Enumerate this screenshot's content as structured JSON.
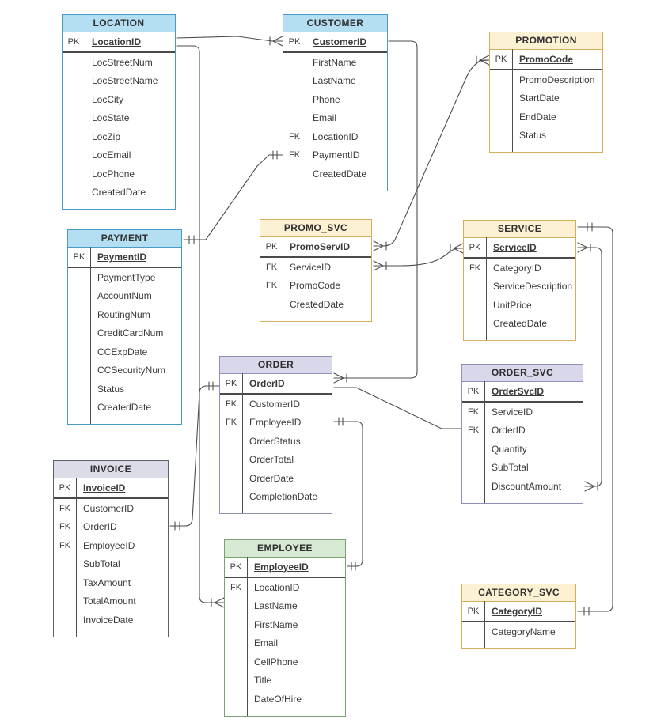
{
  "entities": [
    {
      "name": "LOCATION",
      "theme": "blue",
      "rows": [
        {
          "key": "PK",
          "name": "LocationID",
          "pk": true
        },
        {
          "key": "",
          "name": "LocStreetNum"
        },
        {
          "key": "",
          "name": "LocStreetName"
        },
        {
          "key": "",
          "name": "LocCity"
        },
        {
          "key": "",
          "name": "LocState"
        },
        {
          "key": "",
          "name": "LocZip"
        },
        {
          "key": "",
          "name": "LocEmail"
        },
        {
          "key": "",
          "name": "LocPhone"
        },
        {
          "key": "",
          "name": "CreatedDate"
        }
      ]
    },
    {
      "name": "CUSTOMER",
      "theme": "blue",
      "rows": [
        {
          "key": "PK",
          "name": "CustomerID",
          "pk": true
        },
        {
          "key": "",
          "name": "FirstName"
        },
        {
          "key": "",
          "name": "LastName"
        },
        {
          "key": "",
          "name": "Phone"
        },
        {
          "key": "",
          "name": "Email"
        },
        {
          "key": "FK",
          "name": "LocationID"
        },
        {
          "key": "FK",
          "name": "PaymentID"
        },
        {
          "key": "",
          "name": "CreatedDate"
        }
      ]
    },
    {
      "name": "PROMOTION",
      "theme": "yellow",
      "rows": [
        {
          "key": "PK",
          "name": "PromoCode",
          "pk": true
        },
        {
          "key": "",
          "name": "PromoDescription"
        },
        {
          "key": "",
          "name": "StartDate"
        },
        {
          "key": "",
          "name": "EndDate"
        },
        {
          "key": "",
          "name": "Status"
        }
      ]
    },
    {
      "name": "PAYMENT",
      "theme": "blue",
      "rows": [
        {
          "key": "PK",
          "name": "PaymentID",
          "pk": true
        },
        {
          "key": "",
          "name": "PaymentType"
        },
        {
          "key": "",
          "name": "AccountNum"
        },
        {
          "key": "",
          "name": "RoutingNum"
        },
        {
          "key": "",
          "name": "CreditCardNum"
        },
        {
          "key": "",
          "name": "CCExpDate"
        },
        {
          "key": "",
          "name": "CCSecurityNum"
        },
        {
          "key": "",
          "name": "Status"
        },
        {
          "key": "",
          "name": "CreatedDate"
        }
      ]
    },
    {
      "name": "PROMO_SVC",
      "theme": "yellow",
      "rows": [
        {
          "key": "PK",
          "name": "PromoServID",
          "pk": true
        },
        {
          "key": "FK",
          "name": "ServiceID"
        },
        {
          "key": "FK",
          "name": "PromoCode"
        },
        {
          "key": "",
          "name": "CreatedDate"
        }
      ]
    },
    {
      "name": "SERVICE",
      "theme": "yellow",
      "rows": [
        {
          "key": "PK",
          "name": "ServiceID",
          "pk": true
        },
        {
          "key": "FK",
          "name": "CategoryID"
        },
        {
          "key": "",
          "name": "ServiceDescription"
        },
        {
          "key": "",
          "name": "UnitPrice"
        },
        {
          "key": "",
          "name": "CreatedDate"
        }
      ]
    },
    {
      "name": "ORDER",
      "theme": "purple",
      "rows": [
        {
          "key": "PK",
          "name": "OrderID",
          "pk": true
        },
        {
          "key": "FK",
          "name": "CustomerID"
        },
        {
          "key": "FK",
          "name": "EmployeeID"
        },
        {
          "key": "",
          "name": "OrderStatus"
        },
        {
          "key": "",
          "name": "OrderTotal"
        },
        {
          "key": "",
          "name": "OrderDate"
        },
        {
          "key": "",
          "name": "CompletionDate"
        }
      ]
    },
    {
      "name": "ORDER_SVC",
      "theme": "purple",
      "rows": [
        {
          "key": "PK",
          "name": "OrderSvcID",
          "pk": true
        },
        {
          "key": "FK",
          "name": "ServiceID"
        },
        {
          "key": "FK",
          "name": "OrderID"
        },
        {
          "key": "",
          "name": "Quantity"
        },
        {
          "key": "",
          "name": "SubTotal"
        },
        {
          "key": "",
          "name": "DiscountAmount"
        }
      ]
    },
    {
      "name": "INVOICE",
      "theme": "slate",
      "rows": [
        {
          "key": "PK",
          "name": "InvoiceID",
          "pk": true
        },
        {
          "key": "FK",
          "name": "CustomerID"
        },
        {
          "key": "FK",
          "name": "OrderID"
        },
        {
          "key": "FK",
          "name": "EmployeeID"
        },
        {
          "key": "",
          "name": "SubTotal"
        },
        {
          "key": "",
          "name": "TaxAmount"
        },
        {
          "key": "",
          "name": "TotalAmount"
        },
        {
          "key": "",
          "name": "InvoiceDate"
        }
      ]
    },
    {
      "name": "EMPLOYEE",
      "theme": "green",
      "rows": [
        {
          "key": "PK",
          "name": "EmployeeID",
          "pk": true
        },
        {
          "key": "FK",
          "name": "LocationID"
        },
        {
          "key": "",
          "name": "LastName"
        },
        {
          "key": "",
          "name": "FirstName"
        },
        {
          "key": "",
          "name": "Email"
        },
        {
          "key": "",
          "name": "CellPhone"
        },
        {
          "key": "",
          "name": "Title"
        },
        {
          "key": "",
          "name": "DateOfHire"
        }
      ]
    },
    {
      "name": "CATEGORY_SVC",
      "theme": "yellow",
      "rows": [
        {
          "key": "PK",
          "name": "CategoryID",
          "pk": true
        },
        {
          "key": "",
          "name": "CategoryName"
        }
      ]
    }
  ],
  "relationships": [
    {
      "from": "LOCATION.LocationID",
      "to": "CUSTOMER.CustomerID",
      "from_end": "line",
      "to_end": "many-one"
    },
    {
      "from": "LOCATION.LocationID",
      "to": "EMPLOYEE.LocationID",
      "from_end": "line",
      "to_end": "many-one"
    },
    {
      "from": "PAYMENT.PaymentID",
      "to": "CUSTOMER.PaymentID",
      "from_end": "exactly-one",
      "to_end": "exactly-one"
    },
    {
      "from": "CUSTOMER.CustomerID",
      "to": "ORDER.CustomerID",
      "from_end": "line",
      "to_end": "many-one"
    },
    {
      "from": "ORDER.OrderID",
      "to": "ORDER_SVC.OrderID",
      "from_end": "line",
      "to_end": "many-one"
    },
    {
      "from": "ORDER.EmployeeID",
      "to": "EMPLOYEE.EmployeeID",
      "from_end": "exactly-one",
      "to_end": "exactly-one"
    },
    {
      "from": "INVOICE.OrderID",
      "to": "ORDER.OrderID",
      "from_end": "exactly-one",
      "to_end": "exactly-one"
    },
    {
      "from": "PROMO_SVC.PromoCode",
      "to": "PROMOTION.PromoCode",
      "from_end": "many-one",
      "to_end": "many-one"
    },
    {
      "from": "PROMO_SVC.ServiceID",
      "to": "SERVICE.ServiceID",
      "from_end": "many-one",
      "to_end": "many-one"
    },
    {
      "from": "SERVICE.ServiceID",
      "to": "ORDER_SVC.ServiceID",
      "from_end": "many-one",
      "to_end": "many-one"
    },
    {
      "from": "SERVICE.CategoryID",
      "to": "CATEGORY_SVC.CategoryID",
      "from_end": "exactly-one",
      "to_end": "exactly-one"
    }
  ],
  "colors": {
    "blue_header": "#b4def2",
    "blue_border": "#4a9ac8",
    "yellow_header": "#fdf1d3",
    "yellow_border": "#d2b05b",
    "purple_header": "#d9d7ea",
    "purple_border": "#8f91bd",
    "slate_header": "#dcdbe8",
    "slate_border": "#5a6272",
    "green_header": "#d7e8d3",
    "green_border": "#78a271",
    "connector_line": "#4d4d4d"
  }
}
